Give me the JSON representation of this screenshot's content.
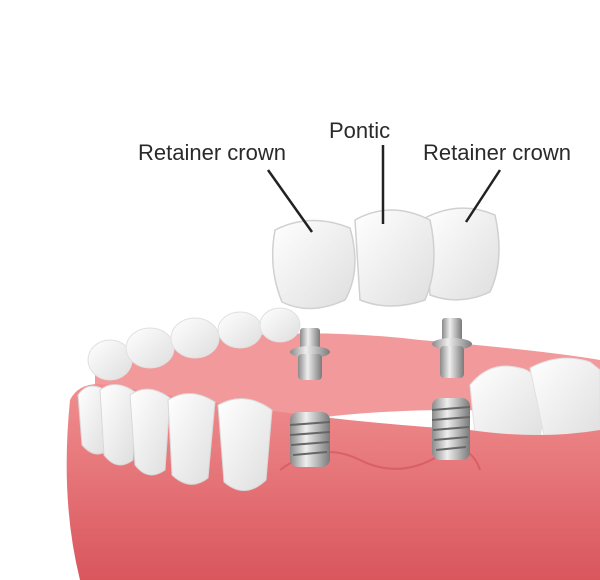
{
  "labels": {
    "left_crown": "Retainer crown",
    "pontic": "Pontic",
    "right_crown": "Retainer crown"
  },
  "colors": {
    "gum": "#e9777a",
    "gum_dark": "#d65a60",
    "tooth": "#f7f7f7",
    "metal": "#b8b8b8",
    "text": "#2a2a2a"
  }
}
